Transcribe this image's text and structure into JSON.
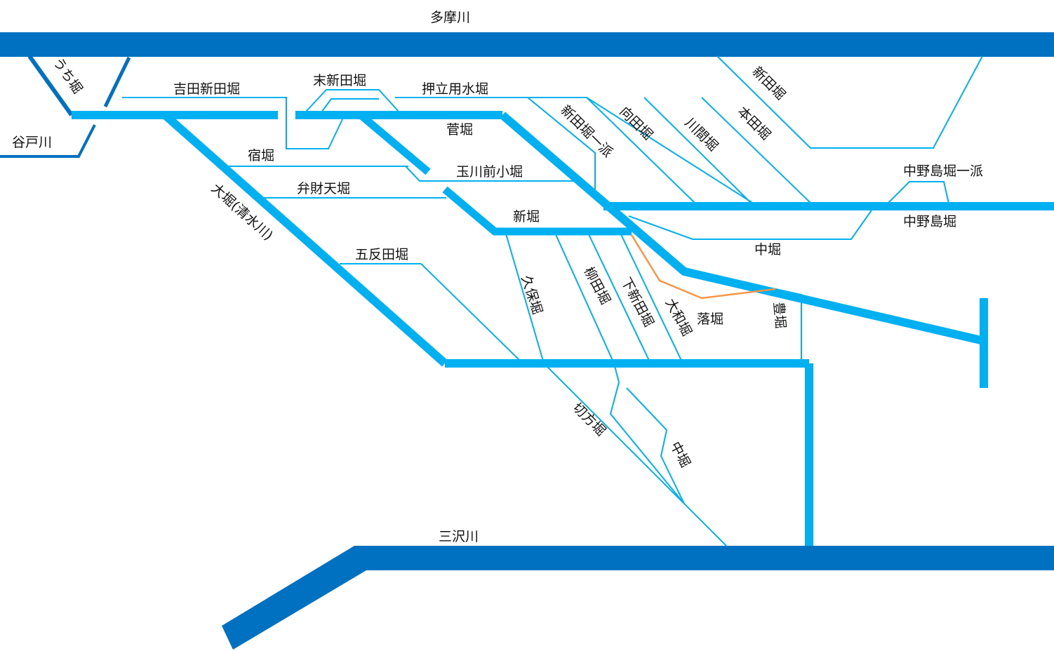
{
  "colors": {
    "river": "#0070c0",
    "canal": "#00b0f0",
    "stream": "#f79646",
    "background": "#ffffff",
    "label": "#111111"
  },
  "labels": {
    "tama_river": "多摩川",
    "uchi_bori": "うち堀",
    "yato_river": "谷戸川",
    "yoshida_shinden_bori": "吉田新田堀",
    "sue_shinden_bori": "末新田堀",
    "oshitate_yousui_bori": "押立用水堀",
    "suga_bori": "菅堀",
    "shuku_bori": "宿堀",
    "tamagawa_mae_ko_bori": "玉川前小堀",
    "benzaiten_bori": "弁財天堀",
    "oo_bori": "大堀(清水川)",
    "shin_bori": "新堀",
    "gotanda_bori": "五反田堀",
    "shinden_bori_ippa": "新田堀一派",
    "mukouda_bori": "向田堀",
    "kawama_bori": "川間堀",
    "honda_bori": "本田堀",
    "shinden_bori": "新田堀",
    "nakanoshima_bori_ippa": "中野島堀一派",
    "nakanoshima_bori": "中野島堀",
    "naka_bori_1": "中堀",
    "kubo_bori": "久保堀",
    "yanagida_bori": "柳田堀",
    "shimo_shinden_bori": "下新田堀",
    "yamato_bori": "大和堀",
    "ochi_bori": "落堀",
    "yutaka_bori": "豊堀",
    "kirikata_bori": "切方堀",
    "naka_bori_2": "中堀",
    "misawa_river": "三沢川"
  }
}
